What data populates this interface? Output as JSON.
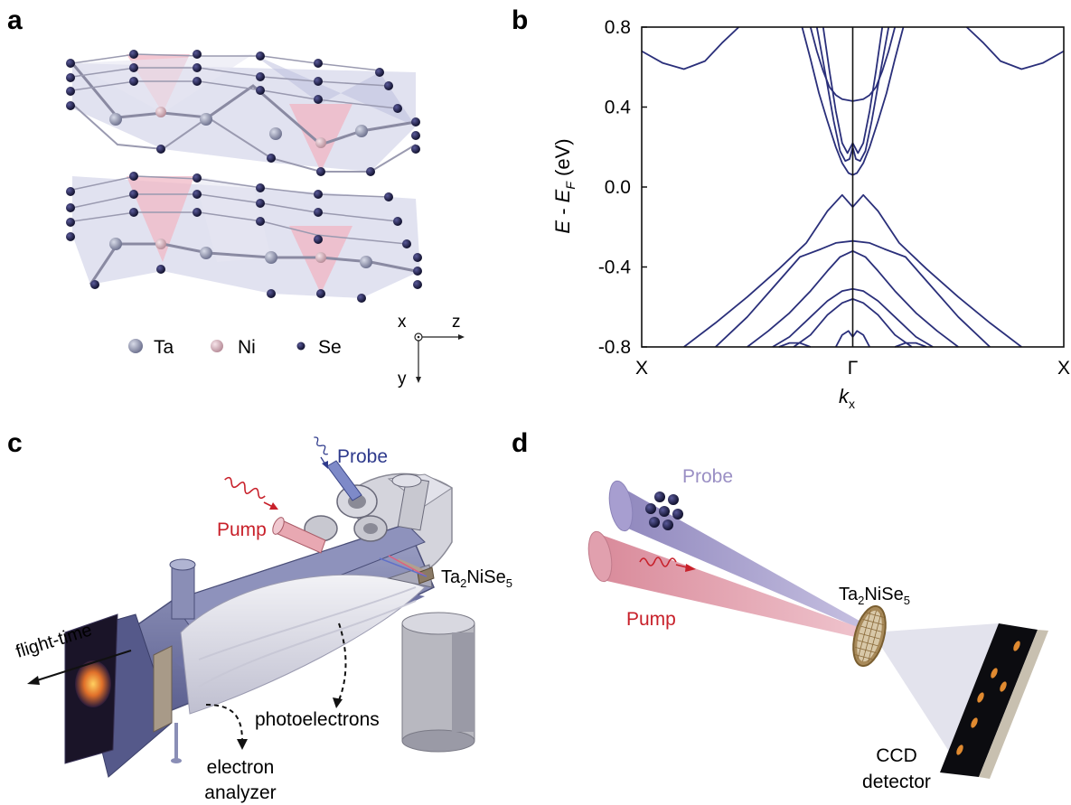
{
  "panels": {
    "a": {
      "letter": "a",
      "legend": [
        {
          "label": "Ta",
          "color": "#8b8fa8"
        },
        {
          "label": "Ni",
          "color": "#d6aeb8"
        },
        {
          "label": "Se",
          "color": "#141433"
        }
      ],
      "axes": {
        "x": "x",
        "z": "z",
        "y": "y"
      }
    },
    "b": {
      "letter": "b"
    },
    "c": {
      "letter": "c",
      "labels": {
        "probe": "Probe",
        "pump": "Pump",
        "sample_main": "Ta",
        "sample_sub1": "2",
        "sample_mid": "NiSe",
        "sample_sub2": "5",
        "flight": "flight-time",
        "photoelectrons": "photoelectrons",
        "analyzer_1": "electron",
        "analyzer_2": "analyzer"
      },
      "colors": {
        "probe": "#2e3a8c",
        "pump": "#c8202a"
      }
    },
    "d": {
      "letter": "d",
      "labels": {
        "probe": "Probe",
        "pump": "Pump",
        "sample_main": "Ta",
        "sample_sub1": "2",
        "sample_mid": "NiSe",
        "sample_sub2": "5",
        "ccd_1": "CCD",
        "ccd_2": "detector"
      },
      "colors": {
        "probe": "#9a8fc4",
        "pump": "#c8202a"
      }
    }
  },
  "chart_data": {
    "type": "line",
    "title": "",
    "xlabel": "k_x",
    "ylabel": "E - E_F (eV)",
    "ylabel_parts": {
      "E": "E",
      "minus": " - ",
      "EF": "E",
      "F": "F",
      "unit": " (eV)"
    },
    "xlabel_parts": {
      "k": "k",
      "sub": "x"
    },
    "x_ticks": [
      {
        "pos": -1,
        "label": "X"
      },
      {
        "pos": 0,
        "label": "Γ"
      },
      {
        "pos": 1,
        "label": "X"
      }
    ],
    "y_ticks": [
      {
        "value": 0.8,
        "label": "0.8"
      },
      {
        "value": 0.4,
        "label": "0.4"
      },
      {
        "value": 0.0,
        "label": "0.0"
      },
      {
        "value": -0.4,
        "label": "-0.4"
      },
      {
        "value": -0.8,
        "label": "-0.8"
      }
    ],
    "xlim": [
      -1,
      1
    ],
    "ylim": [
      -0.8,
      0.8
    ],
    "line_color": "#2a2f7a",
    "gamma_line": true,
    "series": [
      {
        "x": [
          -1.0,
          -0.9,
          -0.8,
          -0.7,
          -0.62,
          -0.54
        ],
        "y": [
          0.68,
          0.62,
          0.59,
          0.63,
          0.72,
          0.8
        ]
      },
      {
        "x": [
          0.54,
          0.62,
          0.7,
          0.8,
          0.9,
          1.0
        ],
        "y": [
          0.8,
          0.72,
          0.63,
          0.59,
          0.62,
          0.68
        ]
      },
      {
        "x": [
          -0.2,
          -0.17,
          -0.14,
          -0.11,
          -0.08,
          -0.05,
          0.0,
          0.05,
          0.08,
          0.11,
          0.14,
          0.17,
          0.2
        ],
        "y": [
          0.8,
          0.68,
          0.58,
          0.5,
          0.46,
          0.44,
          0.43,
          0.44,
          0.46,
          0.5,
          0.58,
          0.68,
          0.8
        ]
      },
      {
        "x": [
          -0.24,
          -0.2,
          -0.16,
          -0.12,
          -0.08,
          -0.05,
          -0.02,
          0.0,
          0.02,
          0.05,
          0.08,
          0.12,
          0.16,
          0.2,
          0.24
        ],
        "y": [
          0.8,
          0.64,
          0.47,
          0.33,
          0.2,
          0.12,
          0.07,
          0.06,
          0.07,
          0.12,
          0.2,
          0.33,
          0.47,
          0.64,
          0.8
        ]
      },
      {
        "x": [
          -0.14,
          -0.11,
          -0.08,
          -0.05,
          -0.025,
          0.0,
          0.025,
          0.05,
          0.08,
          0.11,
          0.14
        ],
        "y": [
          0.8,
          0.58,
          0.38,
          0.22,
          0.17,
          0.22,
          0.17,
          0.22,
          0.38,
          0.58,
          0.8
        ]
      },
      {
        "x": [
          -0.17,
          -0.13,
          -0.09,
          -0.06,
          -0.035,
          -0.015,
          0.0,
          0.015,
          0.035,
          0.06,
          0.09,
          0.13,
          0.17
        ],
        "y": [
          0.8,
          0.57,
          0.33,
          0.18,
          0.13,
          0.14,
          0.2,
          0.14,
          0.13,
          0.18,
          0.33,
          0.57,
          0.8
        ]
      },
      {
        "x": [
          -0.8,
          -0.65,
          -0.5,
          -0.35,
          -0.22,
          -0.12,
          -0.05,
          0.0,
          0.05,
          0.12,
          0.22,
          0.35,
          0.5,
          0.65,
          0.8
        ],
        "y": [
          -0.8,
          -0.68,
          -0.55,
          -0.41,
          -0.28,
          -0.12,
          -0.04,
          -0.1,
          -0.04,
          -0.12,
          -0.28,
          -0.41,
          -0.55,
          -0.68,
          -0.8
        ]
      },
      {
        "x": [
          -0.65,
          -0.5,
          -0.35,
          -0.25,
          -0.15,
          -0.08,
          0.0,
          0.08,
          0.15,
          0.25,
          0.35,
          0.5,
          0.65
        ],
        "y": [
          -0.8,
          -0.65,
          -0.47,
          -0.35,
          -0.31,
          -0.28,
          -0.27,
          -0.28,
          -0.31,
          -0.35,
          -0.47,
          -0.65,
          -0.8
        ]
      },
      {
        "x": [
          -0.5,
          -0.4,
          -0.3,
          -0.2,
          -0.12,
          -0.06,
          0.0,
          0.06,
          0.12,
          0.2,
          0.3,
          0.4,
          0.5
        ],
        "y": [
          -0.8,
          -0.72,
          -0.63,
          -0.52,
          -0.42,
          -0.35,
          -0.32,
          -0.35,
          -0.42,
          -0.52,
          -0.63,
          -0.72,
          -0.8
        ]
      },
      {
        "x": [
          -0.38,
          -0.3,
          -0.2,
          -0.12,
          -0.05,
          0.0,
          0.05,
          0.12,
          0.2,
          0.3,
          0.38
        ],
        "y": [
          -0.8,
          -0.75,
          -0.65,
          -0.57,
          -0.52,
          -0.51,
          -0.52,
          -0.57,
          -0.65,
          -0.75,
          -0.8
        ]
      },
      {
        "x": [
          -0.28,
          -0.2,
          -0.12,
          -0.05,
          0.0,
          0.05,
          0.12,
          0.2,
          0.28
        ],
        "y": [
          -0.8,
          -0.74,
          -0.64,
          -0.58,
          -0.56,
          -0.58,
          -0.64,
          -0.74,
          -0.8
        ]
      },
      {
        "x": [
          -0.08,
          -0.05,
          -0.02,
          0.0,
          0.02,
          0.05,
          0.08
        ],
        "y": [
          -0.8,
          -0.74,
          -0.72,
          -0.75,
          -0.72,
          -0.74,
          -0.8
        ]
      },
      {
        "x": [
          -0.35,
          -0.3,
          -0.25,
          -0.2
        ],
        "y": [
          -0.8,
          -0.78,
          -0.78,
          -0.8
        ]
      },
      {
        "x": [
          0.2,
          0.25,
          0.3,
          0.35
        ],
        "y": [
          -0.8,
          -0.78,
          -0.78,
          -0.8
        ]
      }
    ]
  }
}
